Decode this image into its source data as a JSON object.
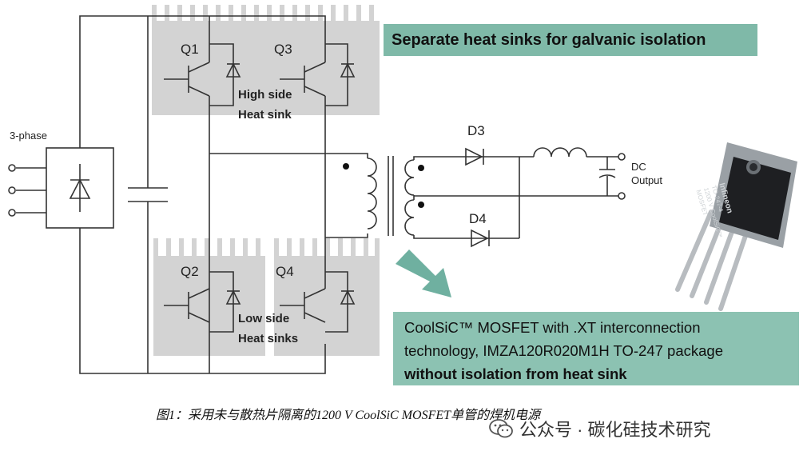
{
  "diagram": {
    "labels": {
      "three_phase": "3-phase",
      "q1": "Q1",
      "q2": "Q2",
      "q3": "Q3",
      "q4": "Q4",
      "d3": "D3",
      "d4": "D4",
      "high_side_line1": "High side",
      "high_side_line2": "Heat sink",
      "low_side_line1": "Low side",
      "low_side_line2": "Heat sinks",
      "dc_output_line1": "DC",
      "dc_output_line2": "Output"
    },
    "banner_top": "Separate heat sinks for galvanic isolation",
    "banner_bottom_line1": "CoolSiC™ MOSFET with .XT interconnection",
    "banner_bottom_line2": "technology, IMZA120R020M1H  TO-247 package",
    "banner_bottom_line3": "without isolation from heat sink",
    "package_marking_line1": "Infineon",
    "package_marking_line2": "TO-247-4",
    "package_marking_line3": "1200 V CoolSiC™",
    "package_marking_line4": "MOSFET",
    "colors": {
      "heatsink": "#d3d3d3",
      "banner": "#7fb9a8",
      "arrow": "#6fb0a0",
      "wire": "#333333"
    }
  },
  "caption": "图1：采用未与散热片隔离的1200 V CoolSiC MOSFET单管的焊机电源",
  "watermark": "公众号 · 碳化硅技术研究"
}
